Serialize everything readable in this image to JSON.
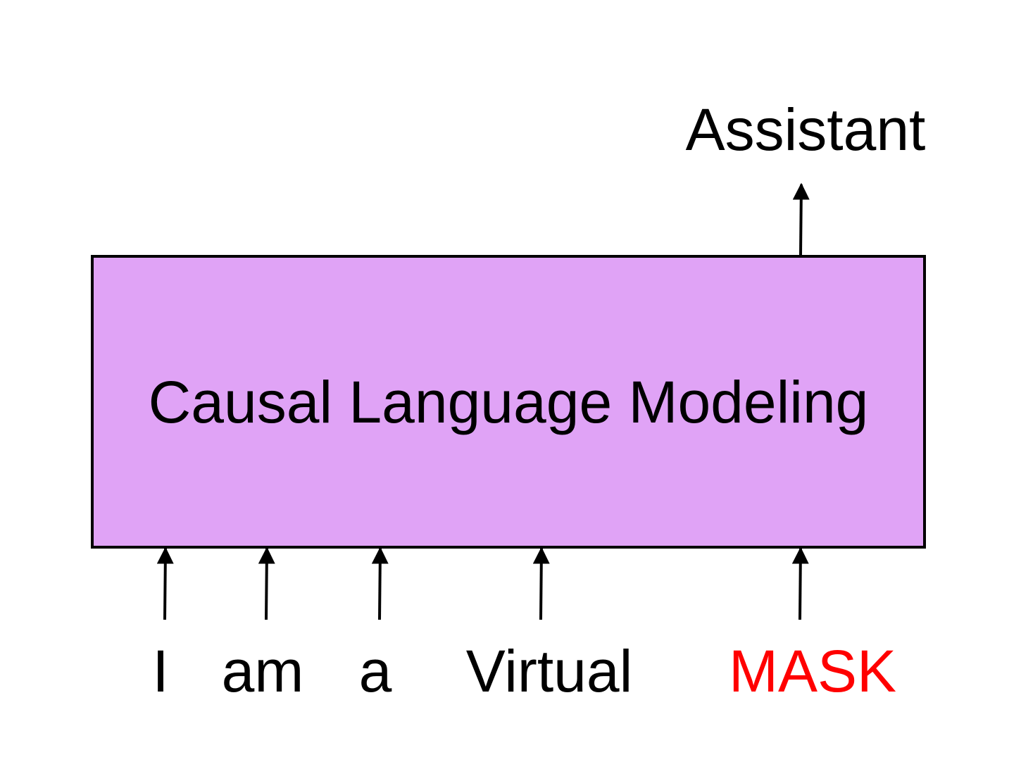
{
  "diagram": {
    "model_label": "Causal Language Modeling",
    "output_token": "Assistant",
    "input_tokens": [
      {
        "text": "I",
        "masked": false
      },
      {
        "text": "am",
        "masked": false
      },
      {
        "text": "a",
        "masked": false
      },
      {
        "text": "Virtual",
        "masked": false
      },
      {
        "text": "MASK",
        "masked": true
      }
    ]
  },
  "colors": {
    "box_fill": "#e0a3f6",
    "stroke": "#000000",
    "text": "#000000",
    "mask_text": "#ff0000",
    "background": "#ffffff"
  }
}
